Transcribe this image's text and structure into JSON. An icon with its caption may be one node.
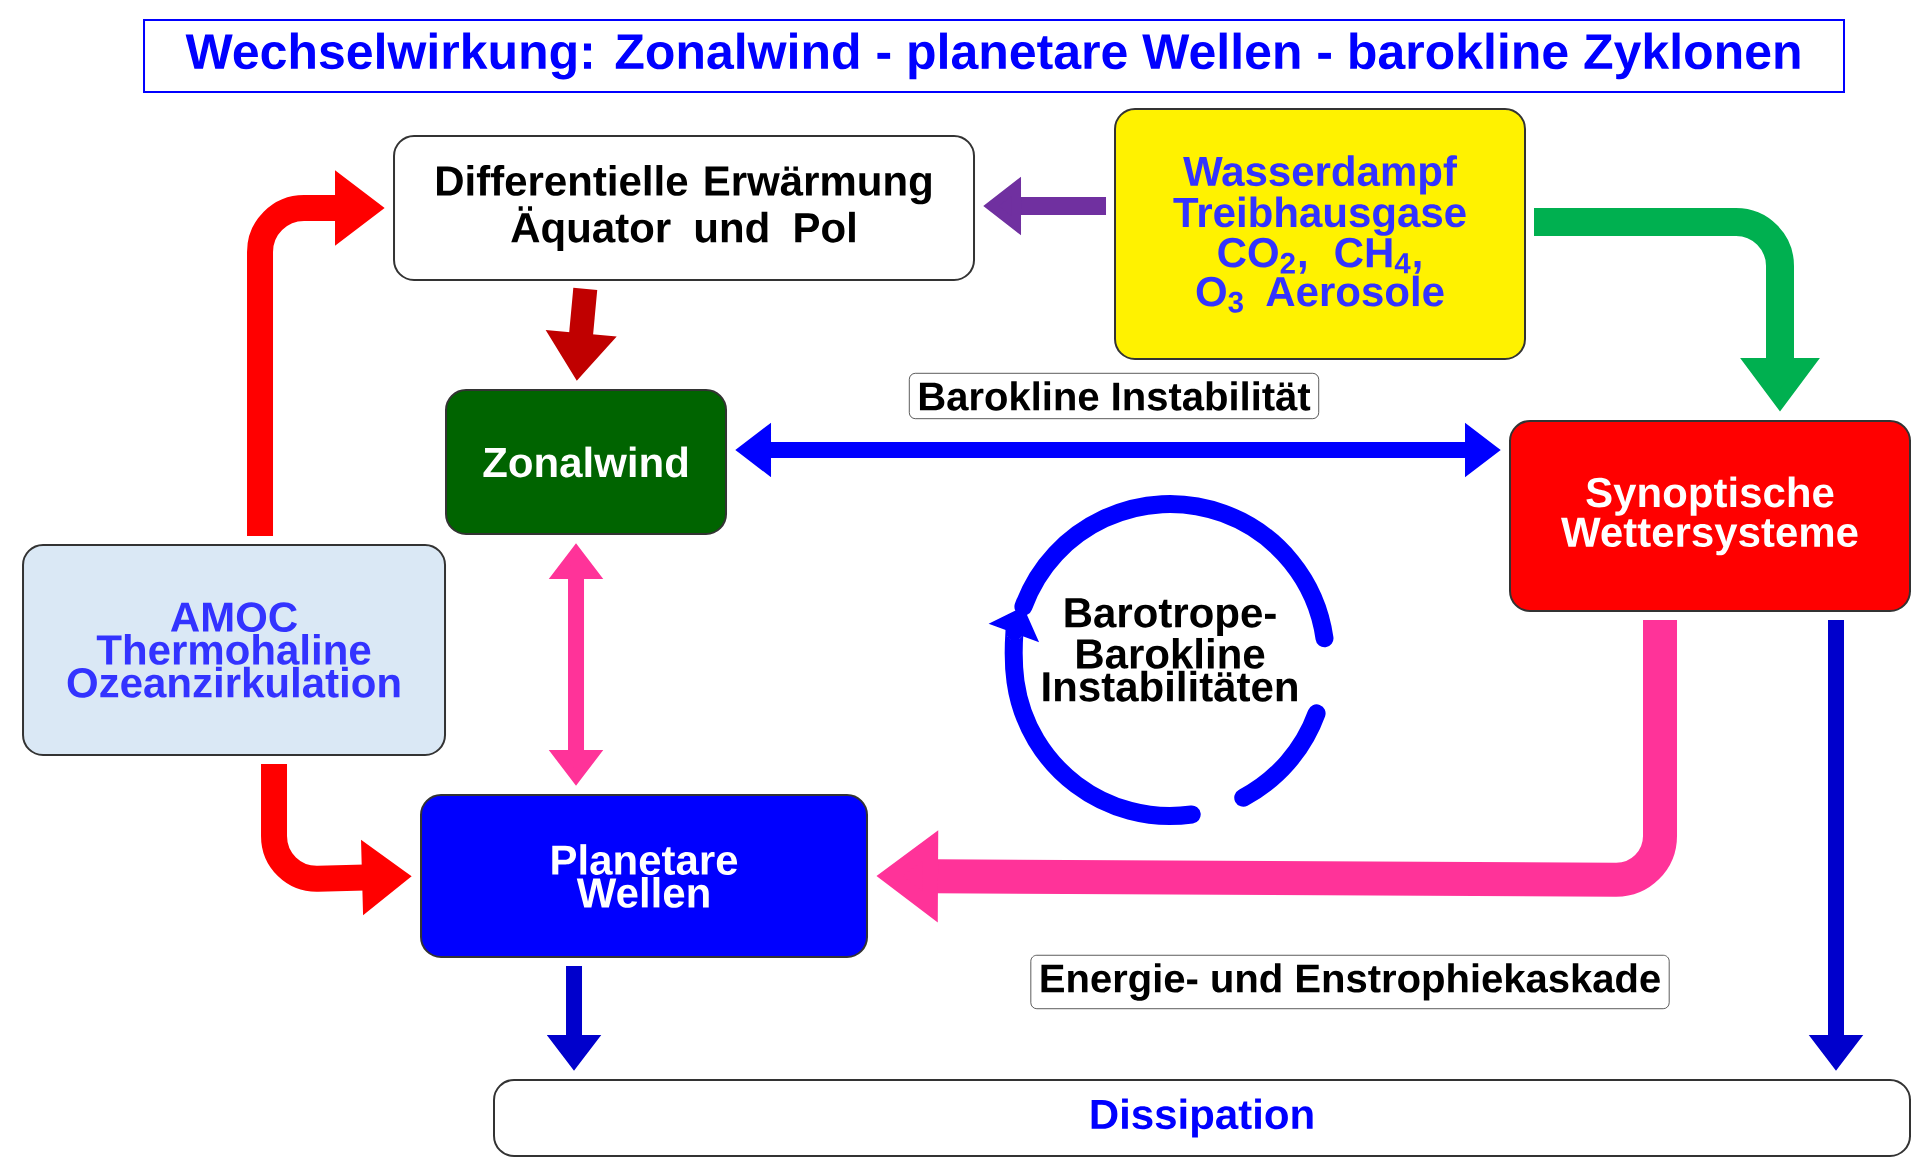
{
  "diagram": {
    "title": "Wechselwirkung: Zonalwind - planetare Wellen - barokline Zyklonen",
    "nodes": [
      {
        "text": [
          "Differentielle Erwärmung Äquator und Pol"
        ]
      },
      {
        "text": [
          "Wasserdampf Treibhausgase CO$_{2}$, CH$_{4}$, O$_{3}$ Aerosole"
        ]
      },
      {
        "text": [
          "Zonalwind"
        ]
      },
      {
        "text": [
          "Synoptische Wettersysteme"
        ]
      },
      {
        "text": [
          "AMOC Thermohaline Ozeanzirkulation"
        ]
      },
      {
        "text": [
          "Planetare Wellen"
        ]
      },
      {
        "text": [
          "Dissipation"
        ]
      }
    ],
    "edges": [
      {
        "from": 4,
        "to": 0,
        "arrow": "to",
        "color": "#ff0000"
      },
      {
        "from": 1,
        "to": 0,
        "arrow": "to",
        "color": "#7030a0"
      },
      {
        "from": 1,
        "to": 3,
        "arrow": "to",
        "color": "#00b050"
      },
      {
        "from": 0,
        "to": 2,
        "arrow": "to",
        "color": "#c00000"
      },
      {
        "from": 2,
        "to": 3,
        "arrow": "both",
        "label": "Barokline Instabilität",
        "color": "#0000ff"
      },
      {
        "from": 2,
        "to": 5,
        "arrow": "both",
        "color": "#ff3399"
      },
      {
        "from": 4,
        "to": 5,
        "arrow": "to",
        "color": "#ff0000"
      },
      {
        "from": 3,
        "to": 5,
        "arrow": "to",
        "style": "thick",
        "label": "Energie- und Enstrophiekaskade",
        "color": "#ff3399"
      },
      {
        "from": 5,
        "to": 6,
        "arrow": "to",
        "color": "#0000cc"
      },
      {
        "from": 3,
        "to": 6,
        "arrow": "to",
        "color": "#0000cc"
      }
    ],
    "labels": [
      "Barotrope-Barokline Instabilitäten"
    ]
  }
}
